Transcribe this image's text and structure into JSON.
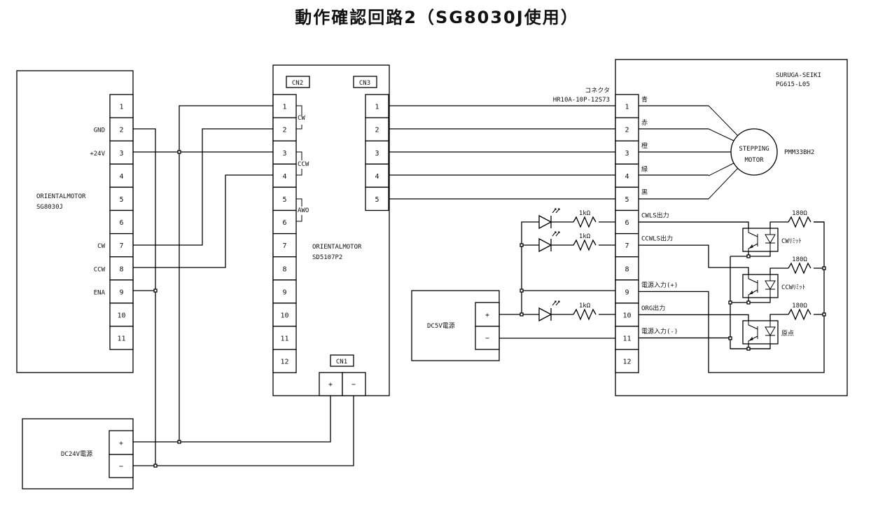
{
  "title": "動作確認回路2（SG8030J使用）",
  "controller": {
    "maker": "ORIENTALMOTOR",
    "model": "SG8030J",
    "pins": [
      "1",
      "2",
      "3",
      "4",
      "5",
      "6",
      "7",
      "8",
      "9",
      "10",
      "11"
    ],
    "pin_labels": {
      "2": "GND",
      "3": "+24V",
      "7": "CW",
      "8": "CCW",
      "9": "ENA"
    }
  },
  "driver": {
    "maker": "ORIENTALMOTOR",
    "model": "SD5107P2",
    "cn2_label": "CN2",
    "cn3_label": "CN3",
    "cn1_label": "CN1",
    "cn2_pins": [
      "1",
      "2",
      "3",
      "4",
      "5",
      "6",
      "7",
      "8",
      "9",
      "10",
      "11",
      "12"
    ],
    "cn2_groups": [
      "CW",
      "CCW",
      "AWO"
    ],
    "cn3_pins": [
      "1",
      "2",
      "3",
      "4",
      "5"
    ],
    "cn1_pins": [
      "+",
      "−"
    ]
  },
  "stage": {
    "maker": "SURUGA-SEIKI",
    "model": "PG615-L05",
    "connector_label": "コネクタ",
    "connector_model": "HR10A-10P-12S73",
    "pins": [
      "1",
      "2",
      "3",
      "4",
      "5",
      "6",
      "7",
      "8",
      "9",
      "10",
      "11",
      "12"
    ],
    "wire_colors": [
      "青",
      "赤",
      "橙",
      "緑",
      "黒"
    ],
    "signal_labels": {
      "6": "CWLS出力",
      "7": "CCWLS出力",
      "9": "電源入力(+)",
      "10": "ORG出力",
      "11": "電源入力(-)"
    },
    "motor_line1": "STEPPING",
    "motor_line2": "MOTOR",
    "motor_model": "PMM33BH2",
    "sensors": [
      "CWﾘﾐｯﾄ",
      "CCWﾘﾐｯﾄ",
      "原点"
    ],
    "sensor_resistor": "180Ω"
  },
  "led_resistor": "1kΩ",
  "psu5": {
    "label": "DC5V電源",
    "pins": [
      "+",
      "−"
    ]
  },
  "psu24": {
    "label": "DC24V電源",
    "pins": [
      "+",
      "−"
    ]
  }
}
